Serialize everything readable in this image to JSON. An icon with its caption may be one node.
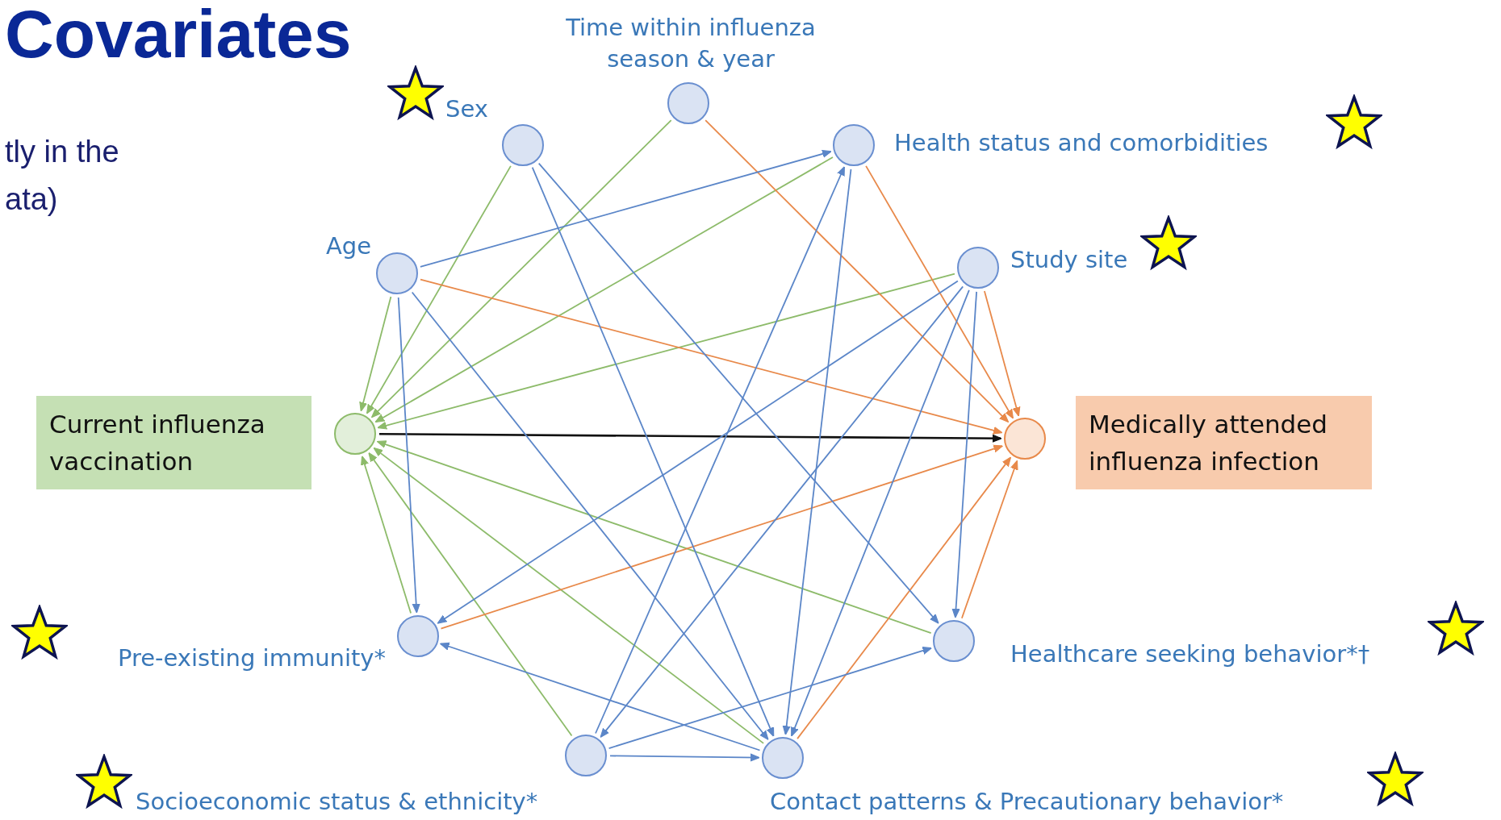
{
  "diagram": {
    "title": "Covariates",
    "nodes": [
      {
        "text": [
          "Time within influenza season & year"
        ]
      },
      {
        "text": [
          "Sex"
        ]
      },
      {
        "text": [
          "Health status and comorbidities"
        ]
      },
      {
        "text": [
          "Age"
        ]
      },
      {
        "text": [
          "Study site"
        ]
      },
      {
        "text": [
          "Current influenza vaccination"
        ]
      },
      {
        "text": [
          "Medically attended influenza infection"
        ]
      },
      {
        "text": [
          "Pre-existing immunity*"
        ]
      },
      {
        "text": [
          "Healthcare seeking behavior*†"
        ]
      },
      {
        "text": [
          "Socioeconomic status & ethnicity*"
        ]
      },
      {
        "text": [
          "Contact patterns & Precautionary behavior*"
        ]
      }
    ],
    "edges": [
      {
        "from": 5,
        "to": 6,
        "arrow": "to",
        "color": "#111111"
      },
      {
        "from": 3,
        "to": 5,
        "arrow": "to",
        "color": "#8dbb6a"
      },
      {
        "from": 1,
        "to": 5,
        "arrow": "to",
        "color": "#8dbb6a"
      },
      {
        "from": 0,
        "to": 5,
        "arrow": "to",
        "color": "#8dbb6a"
      },
      {
        "from": 2,
        "to": 5,
        "arrow": "to",
        "color": "#8dbb6a"
      },
      {
        "from": 4,
        "to": 5,
        "arrow": "to",
        "color": "#8dbb6a"
      },
      {
        "from": 8,
        "to": 5,
        "arrow": "to",
        "color": "#8dbb6a"
      },
      {
        "from": 10,
        "to": 5,
        "arrow": "to",
        "color": "#8dbb6a"
      },
      {
        "from": 9,
        "to": 5,
        "arrow": "to",
        "color": "#8dbb6a"
      },
      {
        "from": 7,
        "to": 5,
        "arrow": "to",
        "color": "#8dbb6a"
      },
      {
        "from": 0,
        "to": 6,
        "arrow": "to",
        "color": "#e8894a"
      },
      {
        "from": 2,
        "to": 6,
        "arrow": "to",
        "color": "#e8894a"
      },
      {
        "from": 4,
        "to": 6,
        "arrow": "to",
        "color": "#e8894a"
      },
      {
        "from": 3,
        "to": 6,
        "arrow": "to",
        "color": "#e8894a"
      },
      {
        "from": 7,
        "to": 6,
        "arrow": "to",
        "color": "#e8894a"
      },
      {
        "from": 10,
        "to": 6,
        "arrow": "to",
        "color": "#e8894a"
      },
      {
        "from": 8,
        "to": 6,
        "arrow": "to",
        "color": "#e8894a"
      },
      {
        "from": 3,
        "to": 2,
        "arrow": "to"
      },
      {
        "from": 3,
        "to": 7,
        "arrow": "to"
      },
      {
        "from": 3,
        "to": 10,
        "arrow": "to"
      },
      {
        "from": 1,
        "to": 10,
        "arrow": "to"
      },
      {
        "from": 1,
        "to": 8,
        "arrow": "to"
      },
      {
        "from": 2,
        "to": 10,
        "arrow": "to"
      },
      {
        "from": 9,
        "to": 2,
        "arrow": "to"
      },
      {
        "from": 4,
        "to": 7,
        "arrow": "to"
      },
      {
        "from": 4,
        "to": 9,
        "arrow": "to"
      },
      {
        "from": 4,
        "to": 10,
        "arrow": "to"
      },
      {
        "from": 4,
        "to": 8,
        "arrow": "to"
      },
      {
        "from": 9,
        "to": 10,
        "arrow": "to"
      },
      {
        "from": 9,
        "to": 8,
        "arrow": "to"
      },
      {
        "from": 10,
        "to": 7,
        "arrow": "to"
      }
    ],
    "labels": [
      "tly in the",
      "ata)"
    ]
  }
}
